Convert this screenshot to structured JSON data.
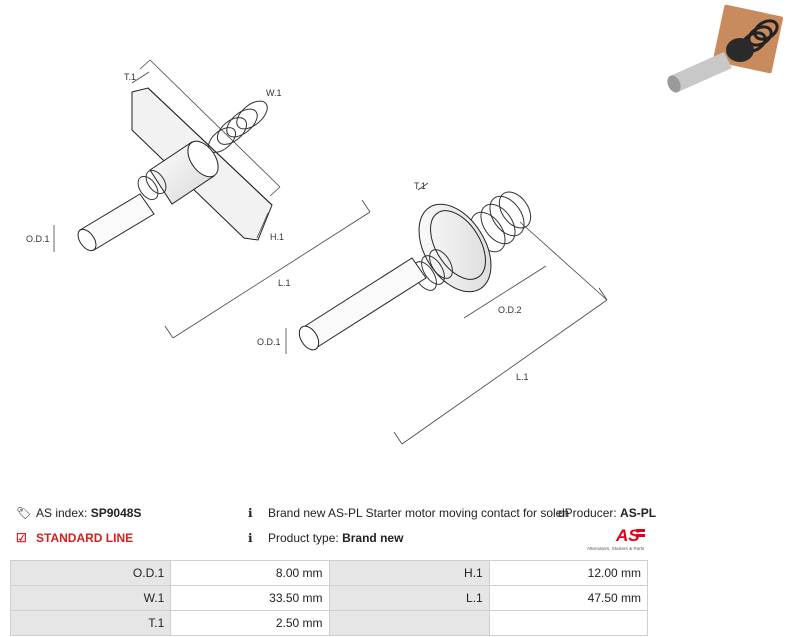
{
  "drawing": {
    "left_labels": {
      "t1": "T.1",
      "w1": "W.1",
      "od1": "O.D.1",
      "h1": "H.1",
      "l1": "L.1"
    },
    "right_labels": {
      "t1": "T.1",
      "od1": "O.D.1",
      "od2": "O.D.2",
      "l1": "L.1"
    }
  },
  "info": {
    "as_index_label": "AS index:",
    "as_index_value": "SP9048S",
    "standard_line": "STANDARD LINE",
    "description": "Brand new AS-PL Starter motor moving contact for solen",
    "producer_label": "dProducer:",
    "producer_value": "AS-PL",
    "product_type_label": "Product type:",
    "product_type_value": "Brand new"
  },
  "logo": {
    "mark": "AS",
    "tagline": "Alternators, Starters & Parts",
    "color": "#e3001b"
  },
  "icons": {
    "tag": "tag-icon",
    "info": "info-icon",
    "check": "checkbox-check-icon"
  },
  "specs": [
    {
      "k1": "O.D.1",
      "v1": "8.00 mm",
      "k2": "H.1",
      "v2": "12.00 mm"
    },
    {
      "k1": "W.1",
      "v1": "33.50 mm",
      "k2": "L.1",
      "v2": "47.50 mm"
    },
    {
      "k1": "T.1",
      "v1": "2.50 mm",
      "k2": "",
      "v2": ""
    }
  ]
}
